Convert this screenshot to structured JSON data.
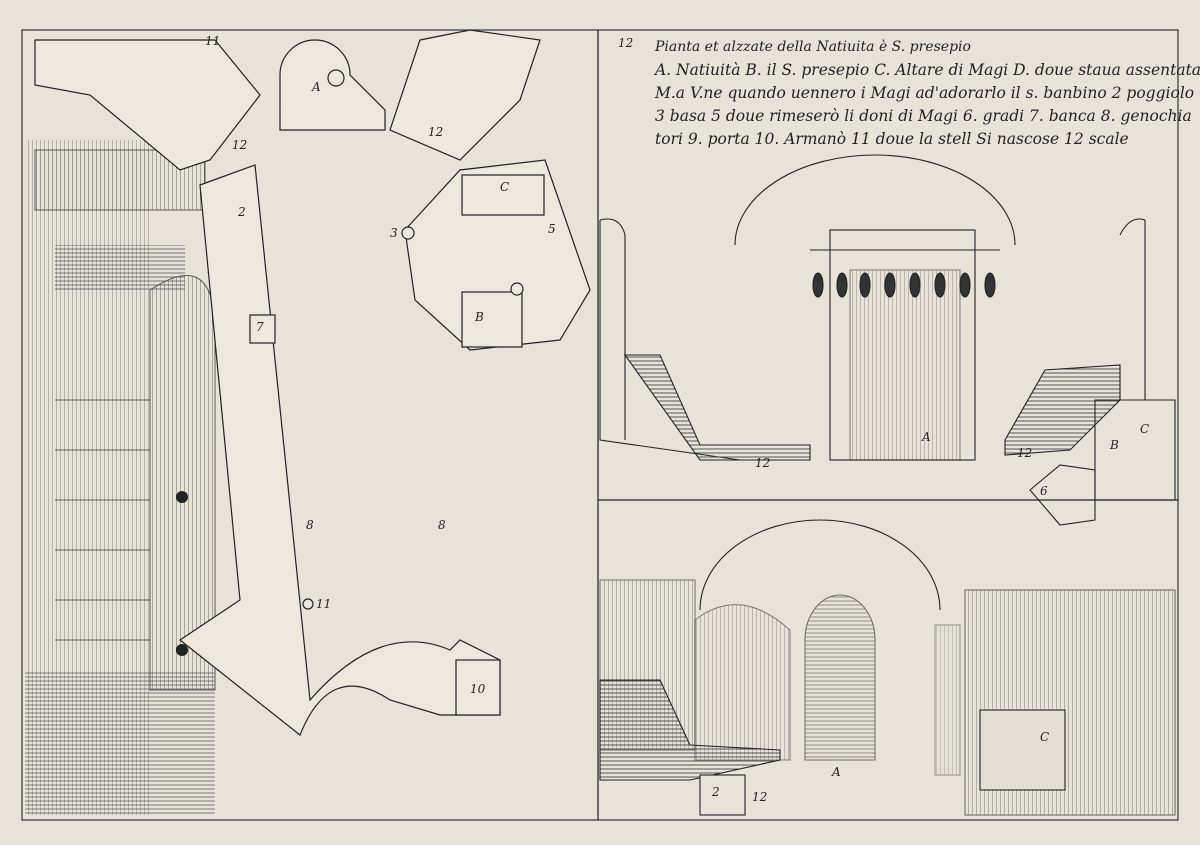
{
  "print": {
    "title": "Pianta et alzzate della Natiuita è S. presepio",
    "legend_lines": [
      "A. Natiuità B. il S. presepio C. Altare di Magi D. doue staua assentata la",
      "M.a V.ne quando uennero i Magi ad'adorarlo il s. banbino 2 poggiolo",
      "3 basa 5 doue rimeserò li doni di Magi 6. gradi 7. banca 8. genochia",
      "tori 9. porta 10. Armanò 11 doue la stell Si nascose 12 scale"
    ],
    "page_numbers": {
      "left": "11",
      "right": "12"
    },
    "plan_labels": {
      "a": "A",
      "b": "B",
      "c": "C",
      "n2": "2",
      "n3": "3",
      "n5": "5",
      "n7": "7",
      "n8a": "8",
      "n8b": "8",
      "n10": "10",
      "n11": "11",
      "n12a": "12",
      "n12b": "12"
    },
    "elevation_labels": {
      "a": "A",
      "b": "B",
      "c": "C",
      "n6": "6",
      "n12a": "12",
      "n12b": "12"
    },
    "section_labels": {
      "a": "A",
      "c": "C",
      "n2": "2",
      "n12": "12"
    }
  }
}
